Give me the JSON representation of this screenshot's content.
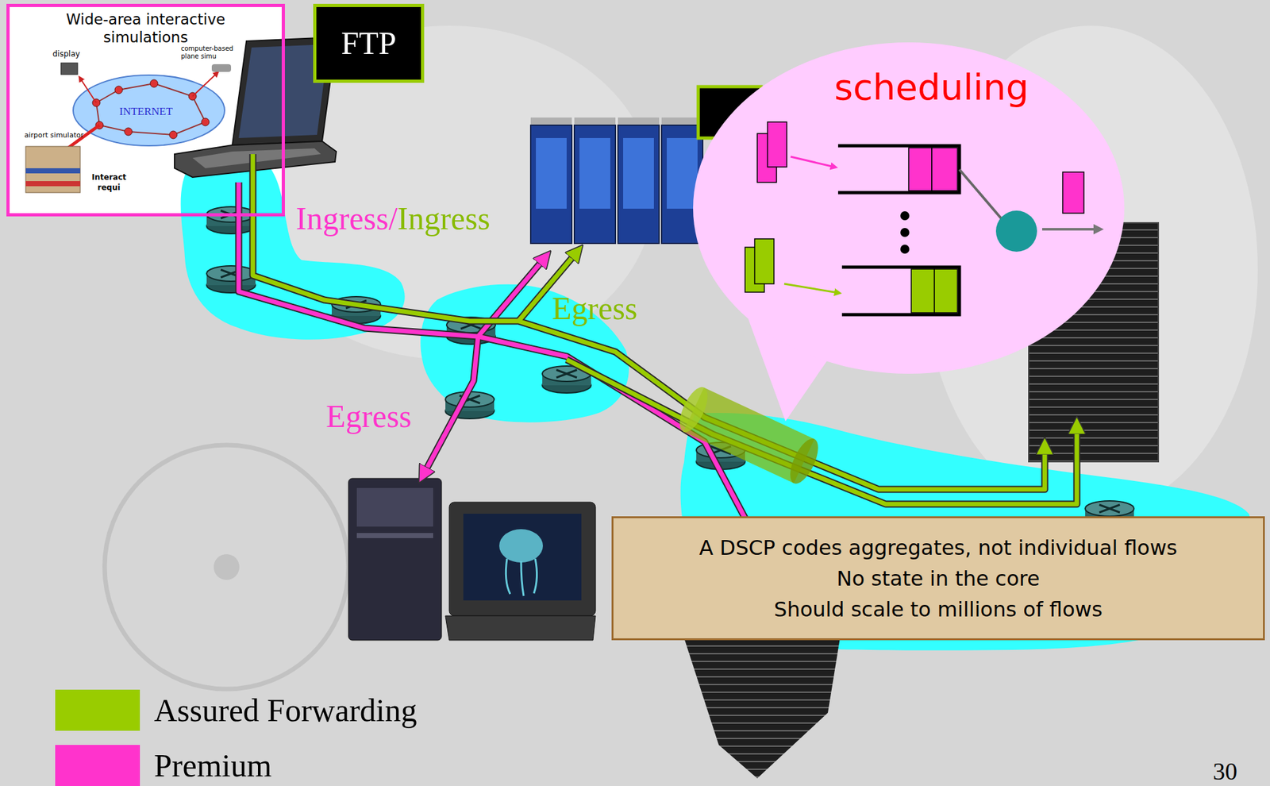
{
  "diagram": {
    "nodes": [
      {
        "text": [
          "Wide-area interactive simulations"
        ]
      },
      {
        "text": [
          "FTP"
        ]
      },
      {
        "text": [
          "scheduling"
        ]
      },
      {
        "text": [
          "A DSCP codes aggregates, not individual flows",
          "No state in the core",
          "Should scale to millions of flows"
        ]
      }
    ],
    "labels": [
      "display",
      "computer-based plane simu",
      "INTERNET",
      "airport simulator",
      "Interact",
      "requi",
      "Ingress/",
      "Ingress",
      "Egress",
      "Egress",
      "30"
    ],
    "legend": [
      {
        "text": "Assured Forwarding",
        "color": "#99cc00"
      },
      {
        "text": "Premium",
        "color": "#ff33cc"
      }
    ]
  }
}
